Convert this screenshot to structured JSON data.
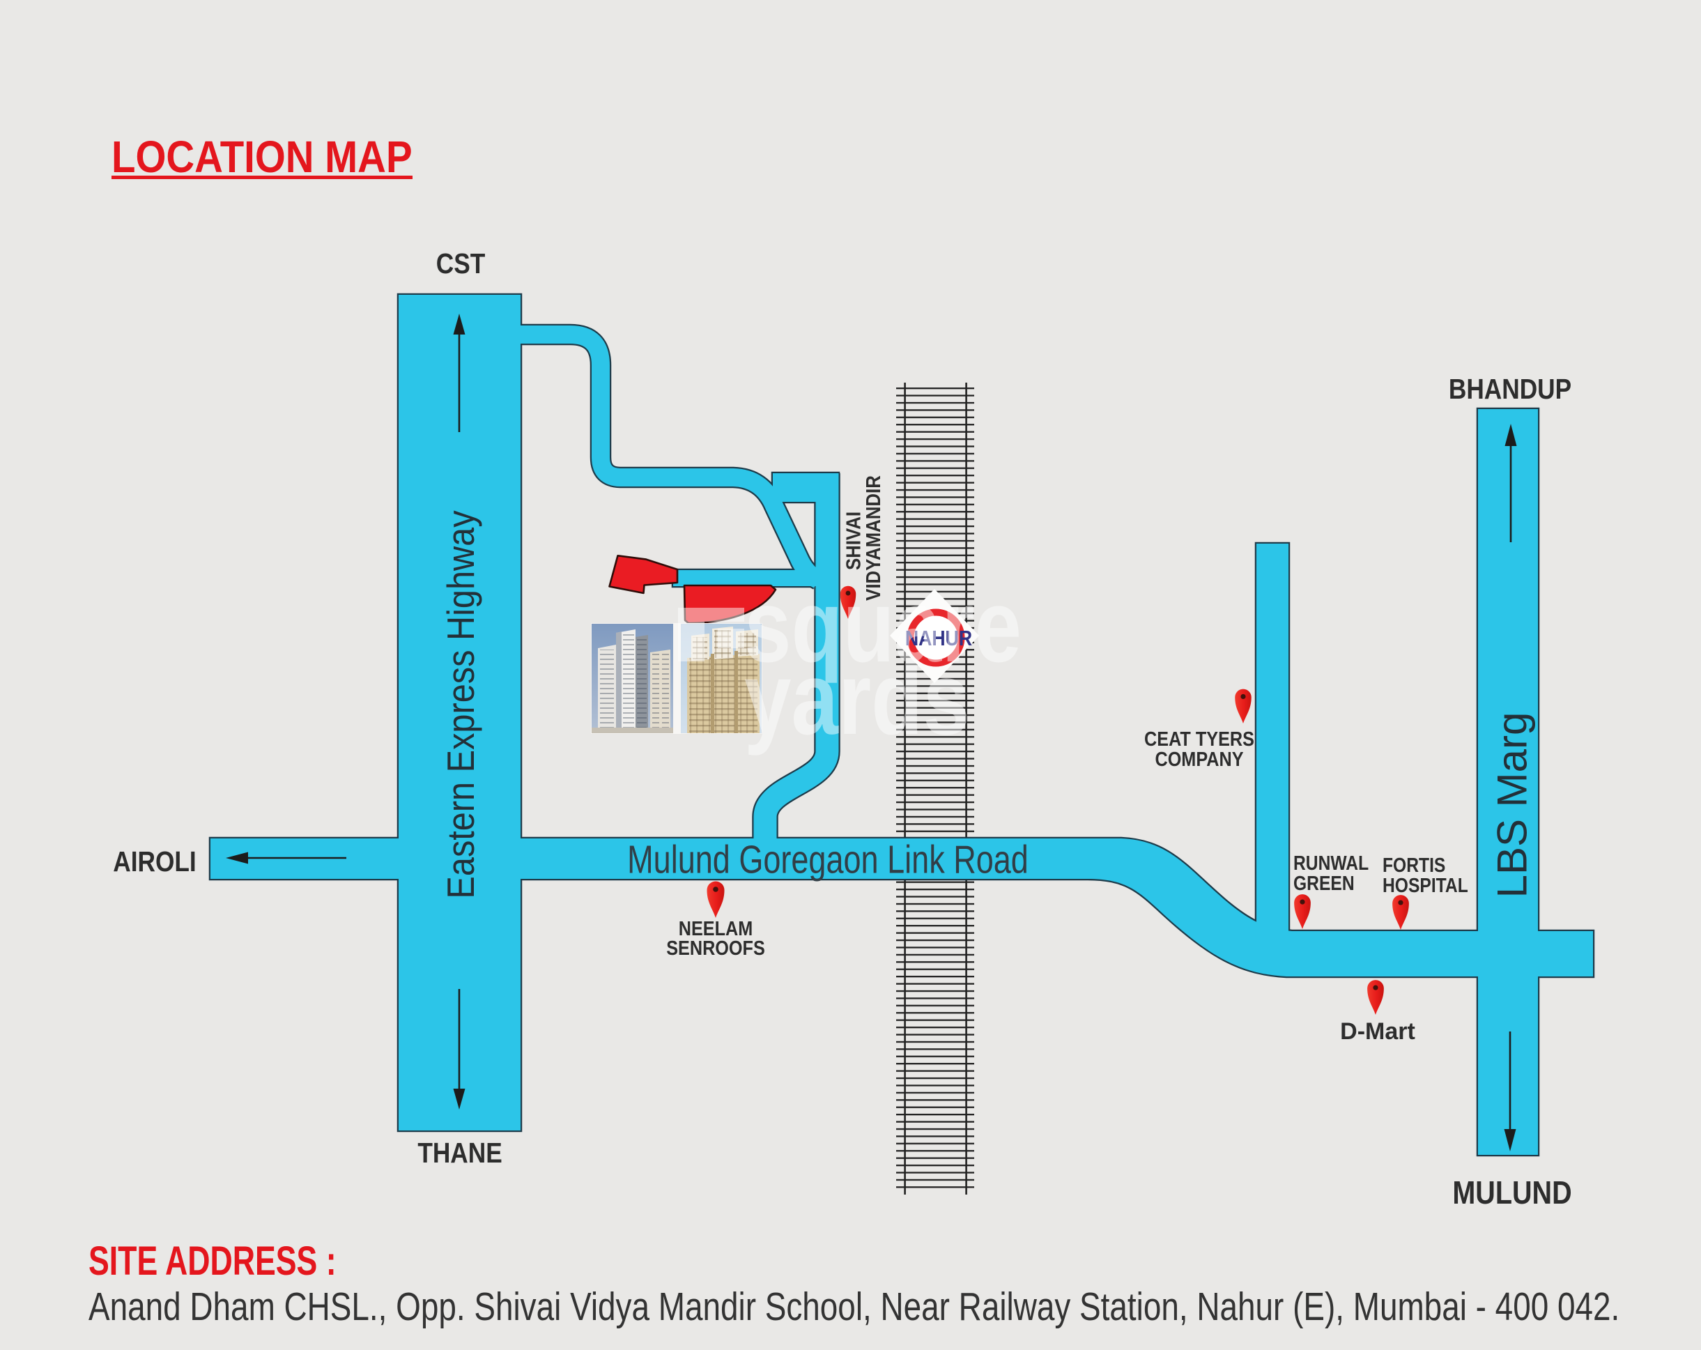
{
  "title": "LOCATION MAP",
  "labels": {
    "cst": "CST",
    "thane": "THANE",
    "airoli": "AIROLI",
    "bhandup": "BHANDUP",
    "mulund": "MULUND",
    "eastern_express_highway": "Eastern Express Highway",
    "lbs_marg": "LBS Marg",
    "mulund_goregaon_link_road": "Mulund Goregaon Link Road"
  },
  "station": {
    "name": "NAHUR"
  },
  "landmarks": {
    "shivai": {
      "line1": "SHIVAI",
      "line2": "VIDYAMANDIR"
    },
    "ceat": {
      "line1": "CEAT TYERS",
      "line2": "COMPANY"
    },
    "neelam": {
      "line1": "NEELAM",
      "line2": "SENROOFS"
    },
    "runwal": {
      "line1": "RUNWAL",
      "line2": "GREEN"
    },
    "fortis": {
      "line1": "FORTIS",
      "line2": "HOSPITAL"
    },
    "dmart": {
      "line1": "D-Mart"
    }
  },
  "watermark": {
    "line1": "square",
    "line2": "yards"
  },
  "footer": {
    "label": "SITE ADDRESS :",
    "address": "Anand Dham CHSL., Opp. Shivai Vidya Mandir School, Near Railway Station, Nahur (E), Mumbai - 400 042."
  },
  "colors": {
    "background": "#e9e8e6",
    "road_fill": "#2cc5e8",
    "road_outline": "#1d3b4a",
    "railway": "#222222",
    "accent_red": "#e81e25",
    "text_dark": "#2d2d2d",
    "station_navy": "#303386",
    "watermark": "#ffffff"
  }
}
